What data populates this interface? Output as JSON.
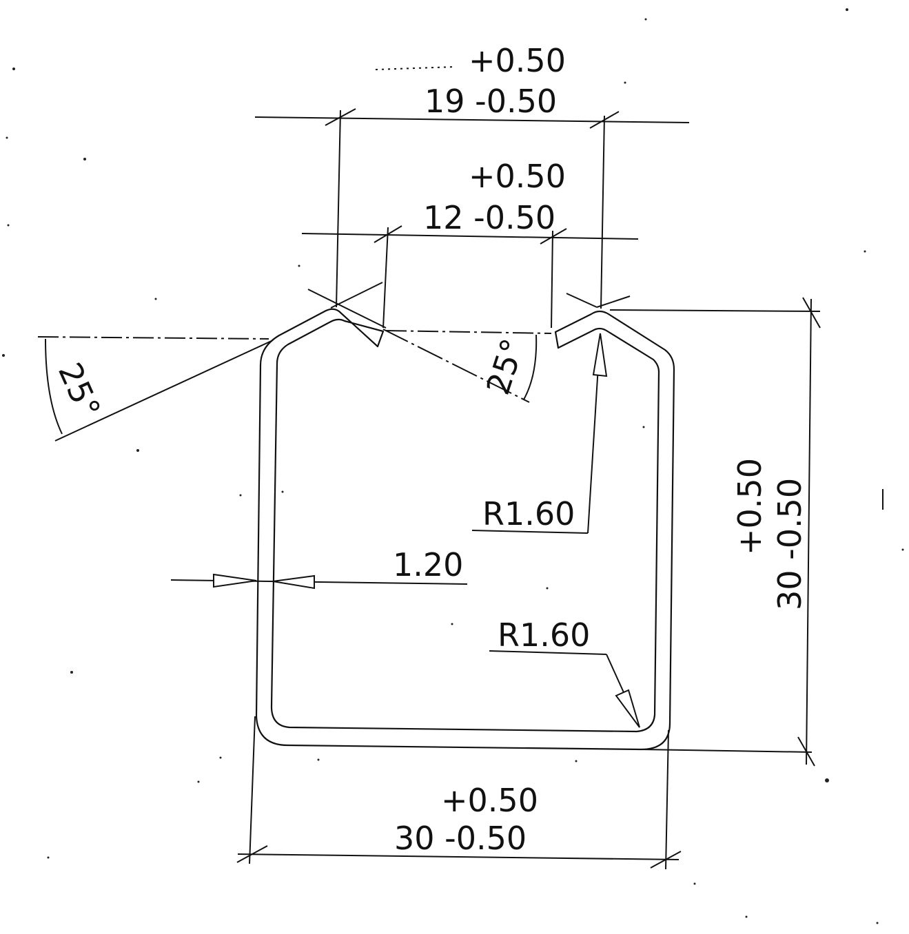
{
  "colors": {
    "ink": "#111111",
    "paper": "#ffffff"
  },
  "dimensions": {
    "top_width": {
      "upper_tol": "+0.50",
      "nominal": "19 -0.50"
    },
    "slot_width": {
      "upper_tol": "+0.50",
      "nominal": "12 -0.50"
    },
    "height": {
      "upper_tol": "+0.50",
      "nominal": "30 -0.50"
    },
    "bottom_width": {
      "upper_tol": "+0.50",
      "nominal": "30 -0.50"
    },
    "thickness": "1.20",
    "radius_top": "R1.60",
    "radius_bottom": "R1.60",
    "angle_left": "25°",
    "angle_center": "25°"
  }
}
